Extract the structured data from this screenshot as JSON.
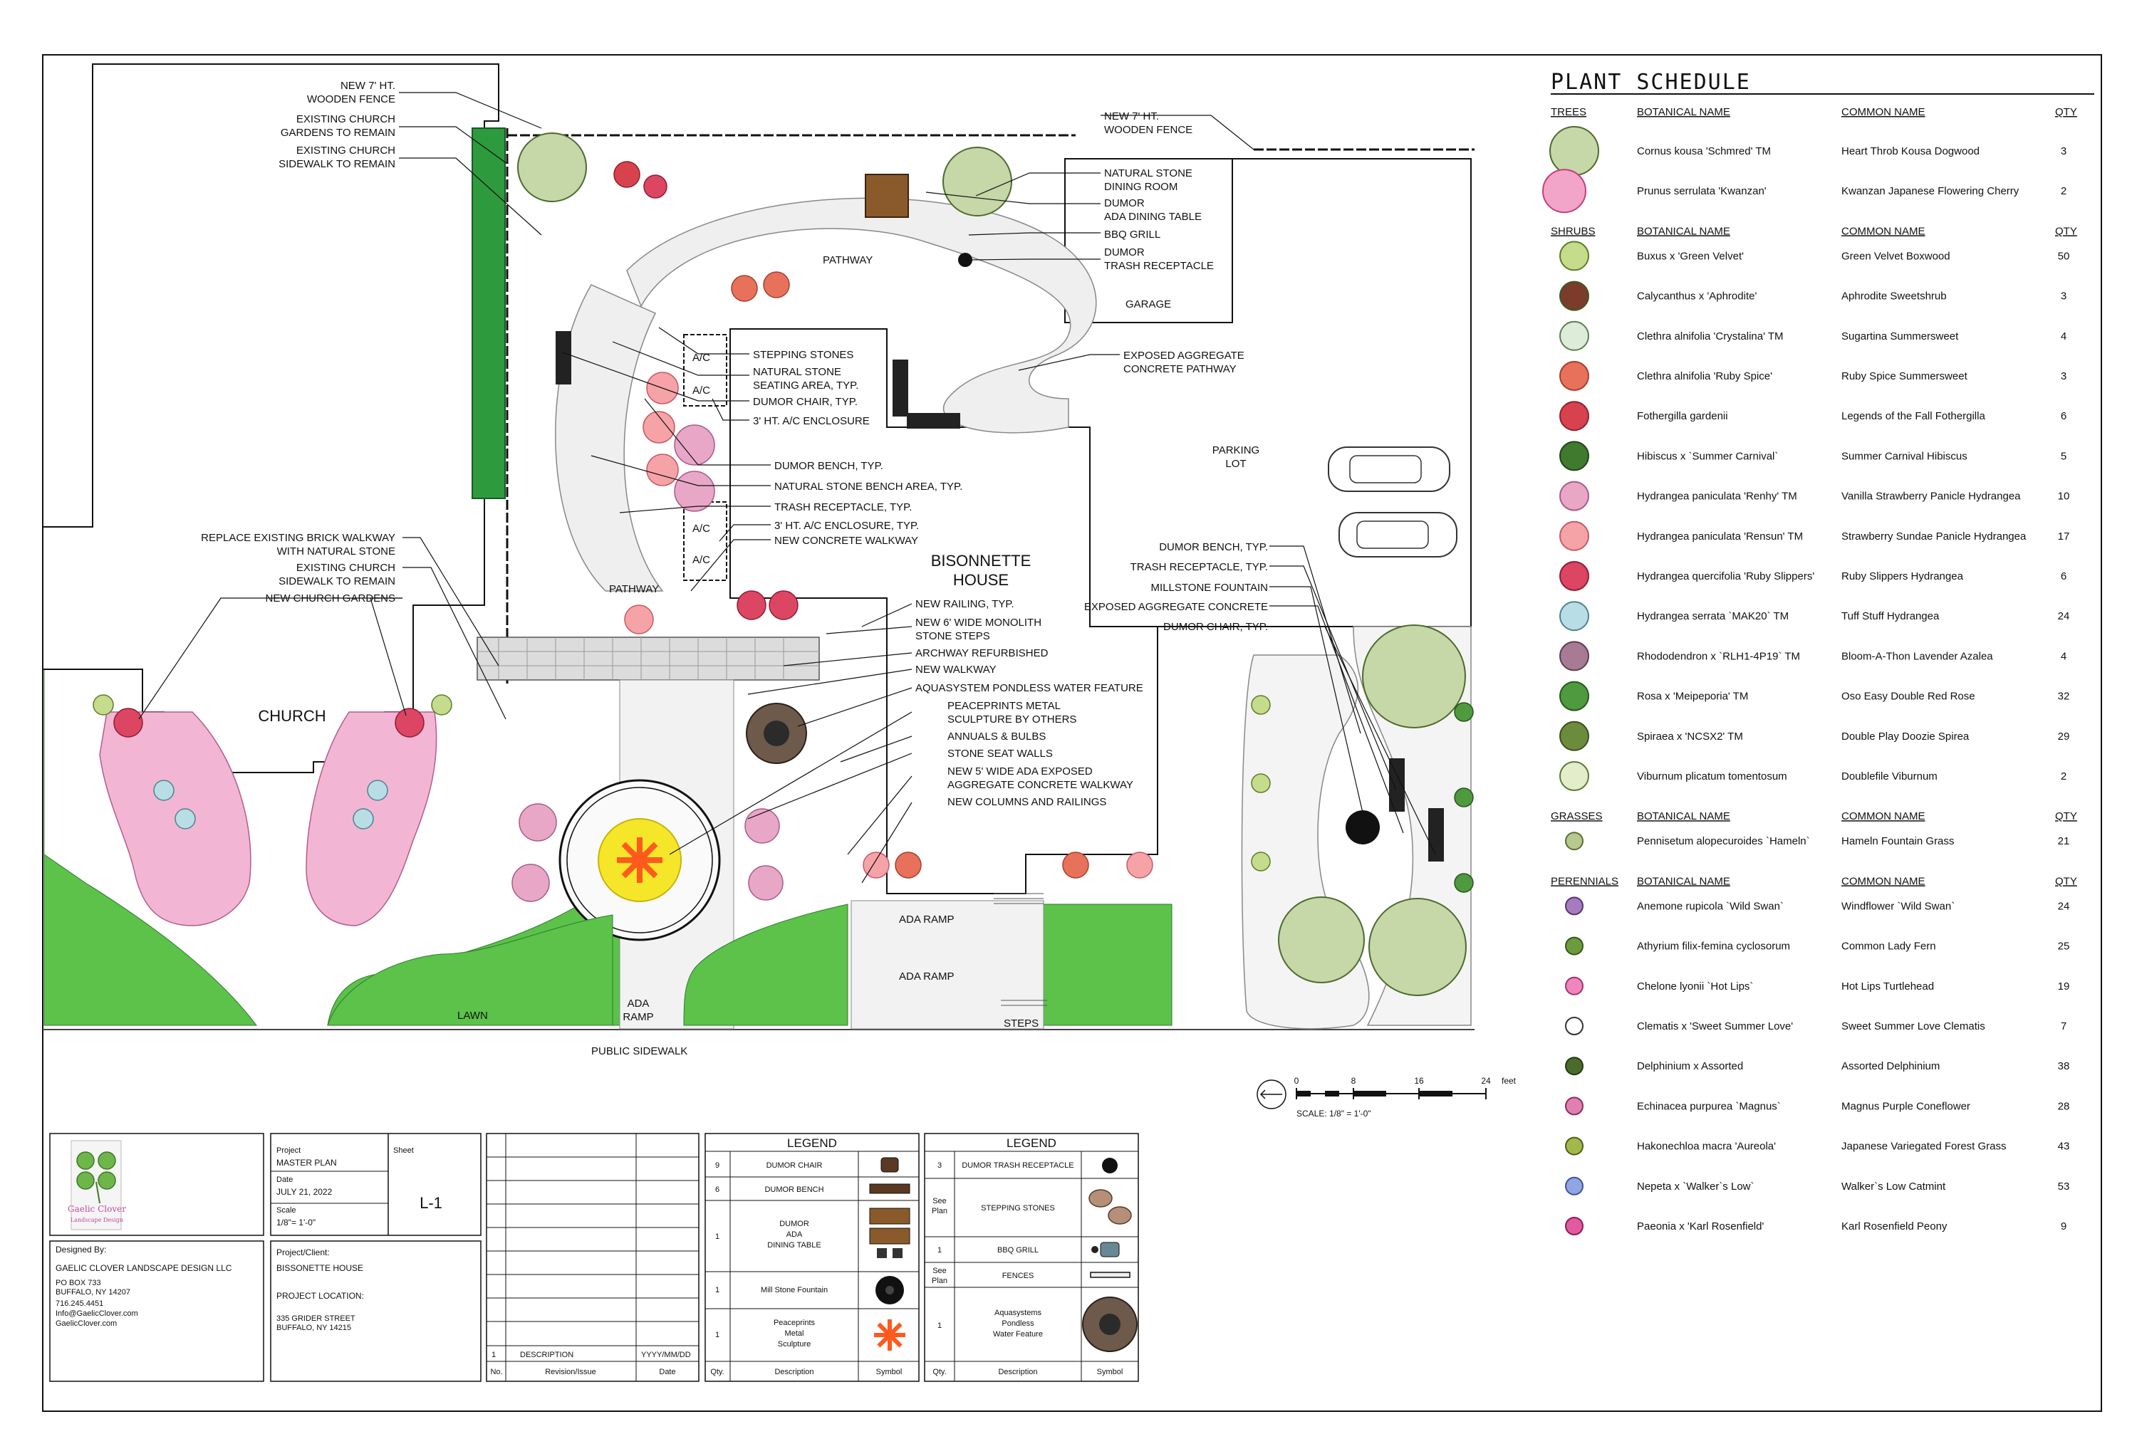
{
  "callouts": {
    "fence_left": "NEW 7' HT.",
    "fence_left_2": "WOODEN FENCE",
    "gardens_remain": "EXISTING CHURCH",
    "gardens_remain_2": "GARDENS TO REMAIN",
    "sidewalk_remain": "EXISTING CHURCH",
    "sidewalk_remain_2": "SIDEWALK TO REMAIN",
    "replace_walkway": "REPLACE EXISTING BRICK WALKWAY",
    "replace_walkway_2": "WITH NATURAL STONE",
    "sidewalk_remain_b": "EXISTING CHURCH",
    "sidewalk_remain_b_2": "SIDEWALK TO REMAIN",
    "new_gardens": "NEW CHURCH GARDENS",
    "fence_right": "NEW 7' HT.",
    "fence_right_2": "WOODEN FENCE",
    "dining_room": "NATURAL STONE",
    "dining_room_2": "DINING ROOM",
    "dining_table": "DUMOR",
    "dining_table_2": "ADA DINING TABLE",
    "bbq": "BBQ GRILL",
    "trash_top": "DUMOR",
    "trash_top_2": "TRASH RECEPTACLE",
    "garage": "GARAGE",
    "pathway_top": "PATHWAY",
    "stepping_stones": "STEPPING STONES",
    "seating_area": "NATURAL STONE",
    "seating_area_2": "SEATING AREA, TYP.",
    "dumor_chair": "DUMOR CHAIR, TYP.",
    "ac_enclosure": "3' HT. A/C ENCLOSURE",
    "exposed_pathway": "EXPOSED AGGREGATE",
    "exposed_pathway_2": "CONCRETE PATHWAY",
    "dumor_bench": "DUMOR BENCH, TYP.",
    "stone_bench": "NATURAL STONE BENCH AREA, TYP.",
    "trash_typ": "TRASH RECEPTACLE, TYP.",
    "ac_enclosure_typ": "3' HT. A/C ENCLOSURE, TYP.",
    "new_concrete_walkway": "NEW CONCRETE WALKWAY",
    "house_name": "BISONNETTE",
    "house_name_2": "HOUSE",
    "parking": "PARKING",
    "parking_2": "LOT",
    "pathway_mid": "PATHWAY",
    "new_railing": "NEW RAILING, TYP.",
    "monolith_steps": "NEW 6' WIDE MONOLITH",
    "monolith_steps_2": "STONE STEPS",
    "archway": "ARCHWAY REFURBISHED",
    "new_walkway": "NEW WALKWAY",
    "water_feature": "AQUASYSTEM PONDLESS WATER FEATURE",
    "sculpture": "PEACEPRINTS METAL",
    "sculpture_2": "SCULPTURE BY OTHERS",
    "annuals": "ANNUALS & BULBS",
    "seat_walls": "STONE SEAT WALLS",
    "ada_walkway": "NEW 5' WIDE ADA EXPOSED",
    "ada_walkway_2": "AGGREGATE CONCRETE WALKWAY",
    "columns": "NEW COLUMNS AND RAILINGS",
    "church": "CHURCH",
    "dumor_bench_r": "DUMOR BENCH, TYP.",
    "trash_r": "TRASH RECEPTACLE, TYP.",
    "millstone": "MILLSTONE FOUNTAIN",
    "exposed_concrete": "EXPOSED AGGREGATE CONCRETE",
    "dumor_chair_r": "DUMOR CHAIR, TYP.",
    "ac": "A/C",
    "ada_ramp": "ADA RAMP",
    "ada_ramp_left": "ADA",
    "ada_ramp_left_2": "RAMP",
    "steps": "STEPS",
    "lawn": "LAWN",
    "public_sidewalk": "PUBLIC SIDEWALK"
  },
  "scale_bar": {
    "ticks": [
      "0",
      "8",
      "16",
      "24"
    ],
    "unit": "feet",
    "label": "SCALE: 1/8\" = 1'-0\""
  },
  "schedule": {
    "title": "PLANT SCHEDULE",
    "col_botanical": "BOTANICAL NAME",
    "col_common": "COMMON NAME",
    "col_qty": "QTY",
    "groups": [
      {
        "name": "TREES",
        "items": [
          {
            "botanical": "Cornus kousa 'Schmred' TM",
            "common": "Heart Throb Kousa Dogwood",
            "qty": "3",
            "icon": "dogwood-tree-icon",
            "fill": "#c6d7a8",
            "stroke": "#4e6a2f"
          },
          {
            "botanical": "Prunus serrulata 'Kwanzan'",
            "common": "Kwanzan Japanese Flowering Cherry",
            "qty": "2",
            "icon": "cherry-tree-icon",
            "fill": "#f2a5c8",
            "stroke": "#c23f7e"
          }
        ]
      },
      {
        "name": "SHRUBS",
        "items": [
          {
            "botanical": "Buxus x 'Green Velvet'",
            "common": "Green Velvet Boxwood",
            "qty": "50",
            "icon": "boxwood-icon",
            "fill": "#c4dc8c",
            "stroke": "#5d7c28"
          },
          {
            "botanical": "Calycanthus x 'Aphrodite'",
            "common": "Aphrodite Sweetshrub",
            "qty": "3",
            "icon": "sweetshrub-icon",
            "fill": "#7d3b2c",
            "stroke": "#3a5a1e"
          },
          {
            "botanical": "Clethra alnifolia 'Crystalina' TM",
            "common": "Sugartina Summersweet",
            "qty": "4",
            "icon": "summersweet-white-icon",
            "fill": "#dcecd9",
            "stroke": "#5b7f51"
          },
          {
            "botanical": "Clethra alnifolia 'Ruby Spice'",
            "common": "Ruby Spice Summersweet",
            "qty": "3",
            "icon": "summersweet-ruby-icon",
            "fill": "#e7715b",
            "stroke": "#a83e2b"
          },
          {
            "botanical": "Fothergilla gardenii",
            "common": "Legends of the Fall Fothergilla",
            "qty": "6",
            "icon": "fothergilla-icon",
            "fill": "#d8424f",
            "stroke": "#8e1f2a"
          },
          {
            "botanical": "Hibiscus x `Summer Carnival`",
            "common": "Summer Carnival Hibiscus",
            "qty": "5",
            "icon": "hibiscus-icon",
            "fill": "#3f7a2e",
            "stroke": "#1f4516"
          },
          {
            "botanical": "Hydrangea paniculata 'Renhy' TM",
            "common": "Vanilla Strawberry Panicle Hydrangea",
            "qty": "10",
            "icon": "hydrangea-vanilla-icon",
            "fill": "#e9a7c8",
            "stroke": "#a85b86"
          },
          {
            "botanical": "Hydrangea paniculata 'Rensun' TM",
            "common": "Strawberry Sundae Panicle Hydrangea",
            "qty": "17",
            "icon": "hydrangea-sundae-icon",
            "fill": "#f6a3a8",
            "stroke": "#c45a63"
          },
          {
            "botanical": "Hydrangea quercifolia 'Ruby Slippers'",
            "common": "Ruby Slippers Hydrangea",
            "qty": "6",
            "icon": "hydrangea-ruby-icon",
            "fill": "#dc4662",
            "stroke": "#8f1c33"
          },
          {
            "botanical": "Hydrangea serrata `MAK20` TM",
            "common": "Tuff Stuff Hydrangea",
            "qty": "24",
            "icon": "hydrangea-tuff-icon",
            "fill": "#b9dde5",
            "stroke": "#4b8392"
          },
          {
            "botanical": "Rhododendron x `RLH1-4P19` TM",
            "common": "Bloom-A-Thon Lavender Azalea",
            "qty": "4",
            "icon": "azalea-icon",
            "fill": "#a77b93",
            "stroke": "#5e3c51"
          },
          {
            "botanical": "Rosa x 'Meipeporia' TM",
            "common": "Oso Easy Double Red Rose",
            "qty": "32",
            "icon": "rose-icon",
            "fill": "#4f9a3e",
            "stroke": "#24571a"
          },
          {
            "botanical": "Spiraea x 'NCSX2' TM",
            "common": "Double Play Doozie Spirea",
            "qty": "29",
            "icon": "spirea-icon",
            "fill": "#6d8b3c",
            "stroke": "#36501a"
          },
          {
            "botanical": "Viburnum plicatum tomentosum",
            "common": "Doublefile Viburnum",
            "qty": "2",
            "icon": "viburnum-icon",
            "fill": "#e3edc9",
            "stroke": "#5d7a35"
          }
        ]
      },
      {
        "name": "GRASSES",
        "items": [
          {
            "botanical": "Pennisetum alopecuroides `Hameln`",
            "common": "Hameln Fountain Grass",
            "qty": "21",
            "icon": "fountain-grass-icon",
            "fill": "#b7c98f",
            "stroke": "#5a6e33"
          }
        ]
      },
      {
        "name": "PERENNIALS",
        "items": [
          {
            "botanical": "Anemone rupicola `Wild Swan`",
            "common": "Windflower `Wild Swan`",
            "qty": "24",
            "icon": "anemone-icon",
            "fill": "#a67cc0",
            "stroke": "#5a3475"
          },
          {
            "botanical": "Athyrium filix-femina cyclosorum",
            "common": "Common Lady Fern",
            "qty": "25",
            "icon": "fern-icon",
            "fill": "#6b9b3a",
            "stroke": "#35591a"
          },
          {
            "botanical": "Chelone lyonii `Hot Lips`",
            "common": "Hot Lips Turtlehead",
            "qty": "19",
            "icon": "turtlehead-icon",
            "fill": "#ef86bd",
            "stroke": "#a2326e"
          },
          {
            "botanical": "Clematis x 'Sweet Summer Love'",
            "common": "Sweet Summer Love Clematis",
            "qty": "7",
            "icon": "clematis-icon",
            "fill": "#ffffff",
            "stroke": "#333333"
          },
          {
            "botanical": "Delphinium x Assorted",
            "common": "Assorted Delphinium",
            "qty": "38",
            "icon": "delphinium-icon",
            "fill": "#4a6b2a",
            "stroke": "#233a12"
          },
          {
            "botanical": "Echinacea purpurea `Magnus`",
            "common": "Magnus Purple Coneflower",
            "qty": "28",
            "icon": "coneflower-icon",
            "fill": "#e17fb0",
            "stroke": "#8c2f5e"
          },
          {
            "botanical": "Hakonechloa macra 'Aureola'",
            "common": "Japanese Variegated Forest Grass",
            "qty": "43",
            "icon": "forest-grass-icon",
            "fill": "#a3b84c",
            "stroke": "#4c5f17"
          },
          {
            "botanical": "Nepeta x `Walker`s Low`",
            "common": "Walker`s Low Catmint",
            "qty": "53",
            "icon": "catmint-icon",
            "fill": "#8fa6e3",
            "stroke": "#3f5297"
          },
          {
            "botanical": "Paeonia x 'Karl Rosenfield'",
            "common": "Karl Rosenfield Peony",
            "qty": "9",
            "icon": "peony-icon",
            "fill": "#e25aa0",
            "stroke": "#8c1e57"
          }
        ]
      }
    ]
  },
  "title_block": {
    "logo_text": "Gaelic Clover",
    "logo_sub": "Landscape Design",
    "project_label": "Project",
    "project_value": "MASTER PLAN",
    "sheet_label": "Sheet",
    "sheet_value": "L-1",
    "date_label": "Date",
    "date_value": "JULY 21, 2022",
    "scale_label": "Scale",
    "scale_value": "1/8\"= 1'-0\"",
    "designed_by_label": "Designed By:",
    "designer_name": "GAELIC CLOVER LANDSCAPE DESIGN LLC",
    "designer_lines": [
      "PO BOX 733",
      "BUFFALO, NY 14207",
      "716.245.4451",
      "Info@GaelicClover.com",
      "GaelicClover.com"
    ],
    "client_label": "Project/Client:",
    "client_value": "BISSONETTE HOUSE",
    "location_label": "PROJECT LOCATION:",
    "location_lines": [
      "335 GRIDER STREET",
      "BUFFALO, NY 14215"
    ],
    "rev_row_no": "1",
    "rev_row_desc": "DESCRIPTION",
    "rev_row_date": "YYYY/MM/DD",
    "rev_col_no": "No.",
    "rev_col_rev": "Revision/Issue",
    "rev_col_date": "Date"
  },
  "legend_left": {
    "title": "LEGEND",
    "col_qty": "Qty.",
    "col_desc": "Description",
    "col_symbol": "Symbol",
    "rows": [
      {
        "qty": "9",
        "desc": [
          "DUMOR CHAIR"
        ],
        "symbol": "chair-icon"
      },
      {
        "qty": "6",
        "desc": [
          "DUMOR BENCH"
        ],
        "symbol": "bench-icon"
      },
      {
        "qty": "1",
        "desc": [
          "DUMOR",
          "ADA",
          "DINING TABLE"
        ],
        "symbol": "dining-table-icon"
      },
      {
        "qty": "1",
        "desc": [
          "Mill Stone Fountain"
        ],
        "symbol": "millstone-icon"
      },
      {
        "qty": "1",
        "desc": [
          "Peaceprints",
          "Metal",
          "Sculpture"
        ],
        "symbol": "sculpture-icon"
      }
    ]
  },
  "legend_right": {
    "title": "LEGEND",
    "col_qty": "Qty.",
    "col_desc": "Description",
    "col_symbol": "Symbol",
    "rows": [
      {
        "qty": [
          "3"
        ],
        "desc": [
          "DUMOR TRASH RECEPTACLE"
        ],
        "symbol": "trash-icon"
      },
      {
        "qty": [
          "See",
          "Plan"
        ],
        "desc": [
          "STEPPING STONES"
        ],
        "symbol": "stepping-stones-icon"
      },
      {
        "qty": [
          "1"
        ],
        "desc": [
          "BBQ GRILL"
        ],
        "symbol": "grill-icon"
      },
      {
        "qty": [
          "See",
          "Plan"
        ],
        "desc": [
          "FENCES"
        ],
        "symbol": "fence-icon"
      },
      {
        "qty": [
          "1"
        ],
        "desc": [
          "Aquasystems",
          "Pondless",
          "Water Feature"
        ],
        "symbol": "water-feature-icon"
      }
    ]
  },
  "colors": {
    "lawn": "#5cc24a",
    "lawn_dark": "#2e8a2e",
    "paving": "#efefef",
    "garden_pink": "#f2b6d4",
    "sculpture_yellow": "#f5e62a",
    "sculpture_orange": "#ff5a1e"
  }
}
